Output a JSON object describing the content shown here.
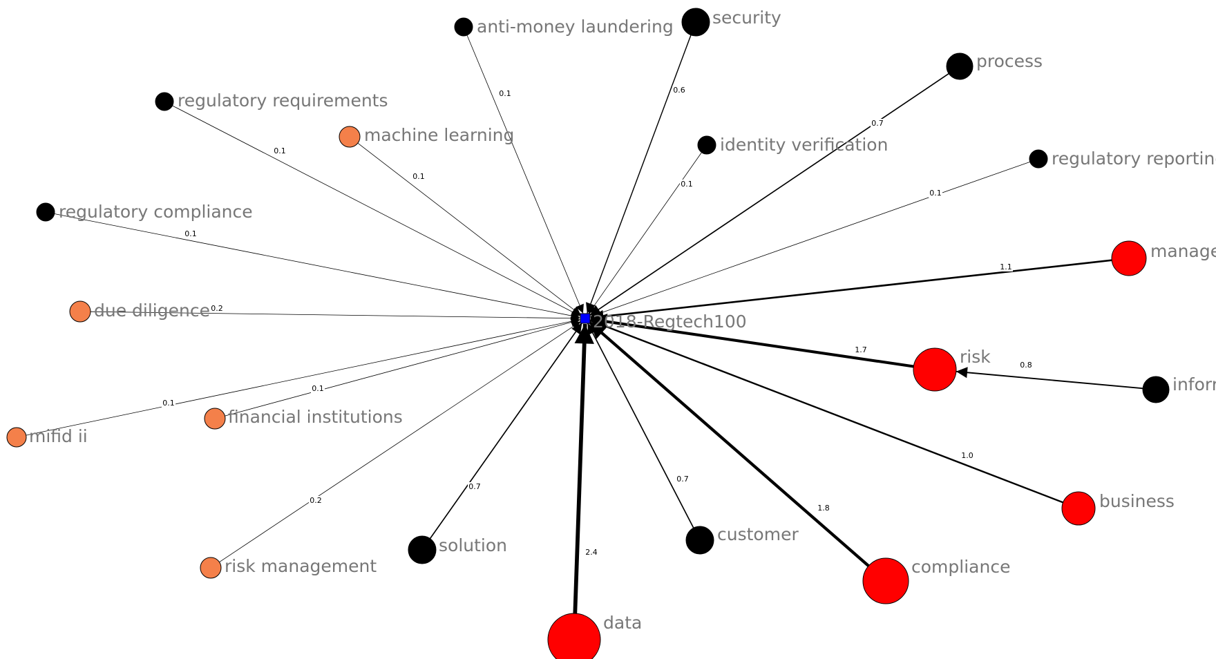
{
  "colors": {
    "background": "#ffffff",
    "edge": "#000000",
    "label": "#777777",
    "hub": "#0000ff",
    "node_black": "#000000",
    "node_orange": "#f4804a",
    "node_red": "#ff0000"
  },
  "hub": {
    "label": "2018-Regtech100",
    "shape": "square"
  },
  "nodes": [
    {
      "id": "anti-money-laundering",
      "label": "anti-money laundering",
      "color": "black"
    },
    {
      "id": "security",
      "label": "security",
      "color": "black"
    },
    {
      "id": "process",
      "label": "process",
      "color": "black"
    },
    {
      "id": "regulatory-requirements",
      "label": "regulatory requirements",
      "color": "black"
    },
    {
      "id": "machine-learning",
      "label": "machine learning",
      "color": "orange"
    },
    {
      "id": "identity-verification",
      "label": "identity verification",
      "color": "black"
    },
    {
      "id": "regulatory-reporting",
      "label": "regulatory reporting",
      "color": "black"
    },
    {
      "id": "regulatory-compliance",
      "label": "regulatory compliance",
      "color": "black"
    },
    {
      "id": "management",
      "label": "manage",
      "color": "red"
    },
    {
      "id": "due-diligence",
      "label": "due diligence",
      "color": "orange"
    },
    {
      "id": "risk",
      "label": "risk",
      "color": "red"
    },
    {
      "id": "information",
      "label": "inforr",
      "color": "black"
    },
    {
      "id": "mifid-ii",
      "label": "mifid ii",
      "color": "orange"
    },
    {
      "id": "financial-institutions",
      "label": "financial institutions",
      "color": "orange"
    },
    {
      "id": "business",
      "label": "business",
      "color": "red"
    },
    {
      "id": "solution",
      "label": "solution",
      "color": "black"
    },
    {
      "id": "customer",
      "label": "customer",
      "color": "black"
    },
    {
      "id": "risk-management",
      "label": "risk management",
      "color": "orange"
    },
    {
      "id": "compliance",
      "label": "compliance",
      "color": "red"
    },
    {
      "id": "data",
      "label": "data",
      "color": "red"
    }
  ],
  "edges": [
    {
      "from": "anti-money-laundering",
      "to": "hub",
      "weight": "0.1"
    },
    {
      "from": "security",
      "to": "hub",
      "weight": "0.6"
    },
    {
      "from": "process",
      "to": "hub",
      "weight": "0.7"
    },
    {
      "from": "regulatory-requirements",
      "to": "hub",
      "weight": "0.1"
    },
    {
      "from": "machine-learning",
      "to": "hub",
      "weight": "0.1"
    },
    {
      "from": "identity-verification",
      "to": "hub",
      "weight": "0.1"
    },
    {
      "from": "regulatory-reporting",
      "to": "hub",
      "weight": "0.1"
    },
    {
      "from": "regulatory-compliance",
      "to": "hub",
      "weight": "0.1"
    },
    {
      "from": "management",
      "to": "hub",
      "weight": "1.1"
    },
    {
      "from": "due-diligence",
      "to": "hub",
      "weight": "0.2"
    },
    {
      "from": "risk",
      "to": "hub",
      "weight": "1.7"
    },
    {
      "from": "information",
      "to": "risk",
      "weight": "0.8"
    },
    {
      "from": "mifid-ii",
      "to": "hub",
      "weight": "0.1"
    },
    {
      "from": "financial-institutions",
      "to": "hub",
      "weight": "0.1"
    },
    {
      "from": "business",
      "to": "hub",
      "weight": "1.0"
    },
    {
      "from": "solution",
      "to": "hub",
      "weight": "0.7"
    },
    {
      "from": "customer",
      "to": "hub",
      "weight": "0.7"
    },
    {
      "from": "risk-management",
      "to": "hub",
      "weight": "0.2"
    },
    {
      "from": "compliance",
      "to": "hub",
      "weight": "1.8"
    },
    {
      "from": "data",
      "to": "hub",
      "weight": "2.4"
    }
  ]
}
